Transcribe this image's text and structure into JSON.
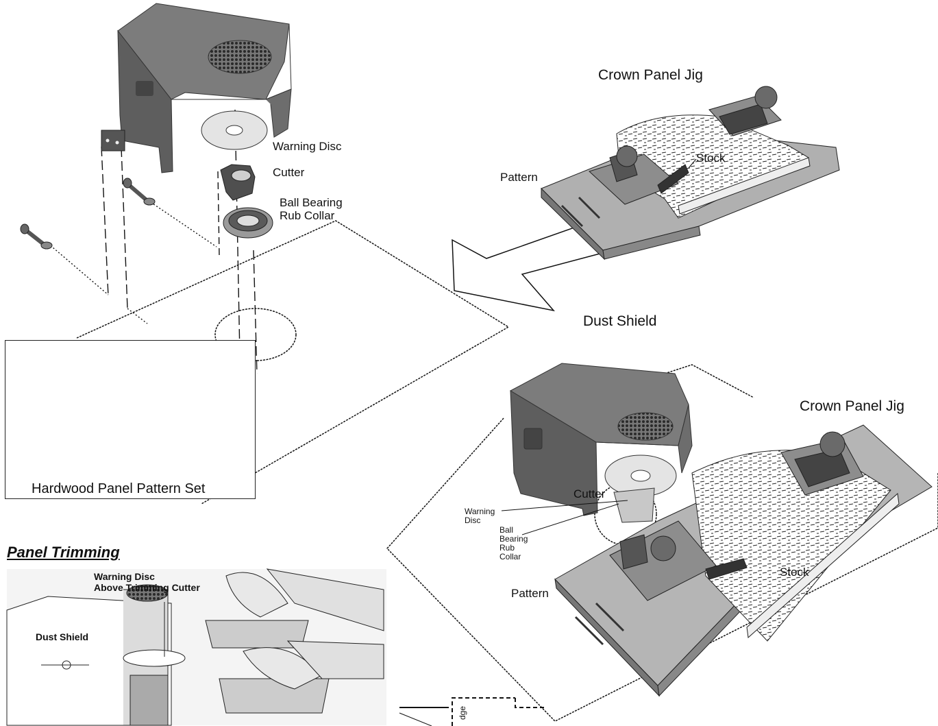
{
  "top_left_assembly": {
    "labels": {
      "warning_disc": "Warning Disc",
      "cutter": "Cutter",
      "ball_bearing_rub_collar": "Ball Bearing\nRub Collar"
    }
  },
  "top_right_jig": {
    "title": "Crown Panel Jig",
    "pattern": "Pattern",
    "stock": "Stock"
  },
  "dust_shield_title": "Dust Shield",
  "bottom_right_assembly": {
    "jig_title": "Crown Panel Jig",
    "cutter": "Cutter",
    "warning_disc": "Warning\nDisc",
    "ball_bearing_rub_collar": "Ball\nBearing\nRub\nCollar",
    "stock": "Stock",
    "pattern": "Pattern"
  },
  "inset": {
    "caption": "Hardwood Panel Pattern Set"
  },
  "panel_trimming": {
    "heading": "Panel Trimming",
    "photo_label_warning": "Warning Disc\nAbove Trimming Cutter",
    "photo_label_dust_shield": "Dust Shield"
  },
  "edge_fragment": {
    "text": "dge"
  },
  "colors": {
    "metal": "#6b6b6b",
    "metal_light": "#9a9a9a",
    "metal_dark": "#4a4a4a",
    "line": "#111111"
  }
}
